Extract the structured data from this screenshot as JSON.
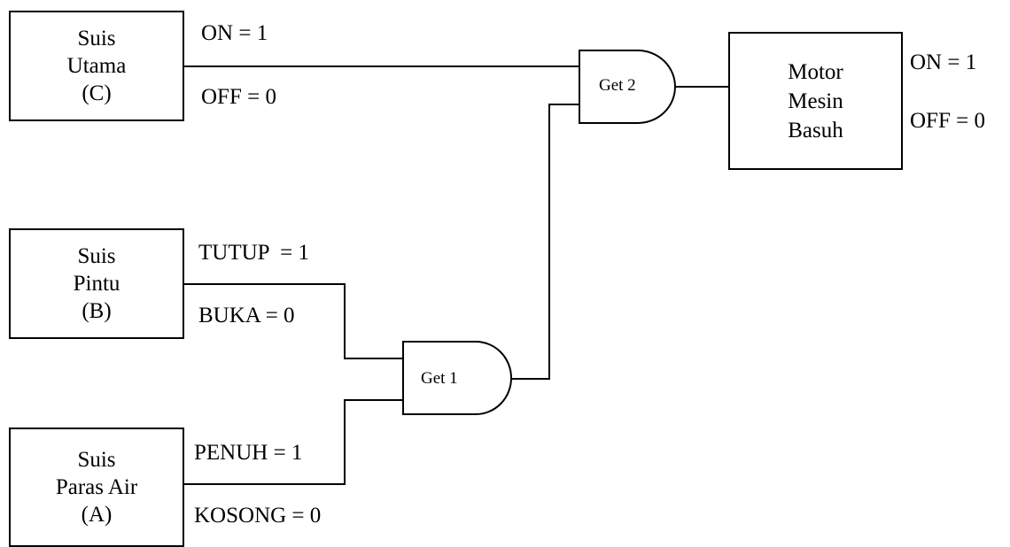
{
  "switches": {
    "main": {
      "lines": [
        "Suis",
        "Utama",
        "(C)"
      ],
      "state_on": "ON = 1",
      "state_off": "OFF = 0"
    },
    "door": {
      "lines": [
        "Suis",
        "Pintu",
        "(B)"
      ],
      "state_on": "TUTUP  = 1",
      "state_off": "BUKA = 0"
    },
    "water": {
      "lines": [
        "Suis",
        "Paras Air",
        "(A)"
      ],
      "state_on": "PENUH = 1",
      "state_off": "KOSONG = 0"
    }
  },
  "gates": {
    "gate1": {
      "label": "Get 1"
    },
    "gate2": {
      "label": "Get 2"
    }
  },
  "motor": {
    "lines": [
      "Motor",
      "Mesin",
      "Basuh"
    ],
    "state_on": "ON = 1",
    "state_off": "OFF = 0"
  }
}
